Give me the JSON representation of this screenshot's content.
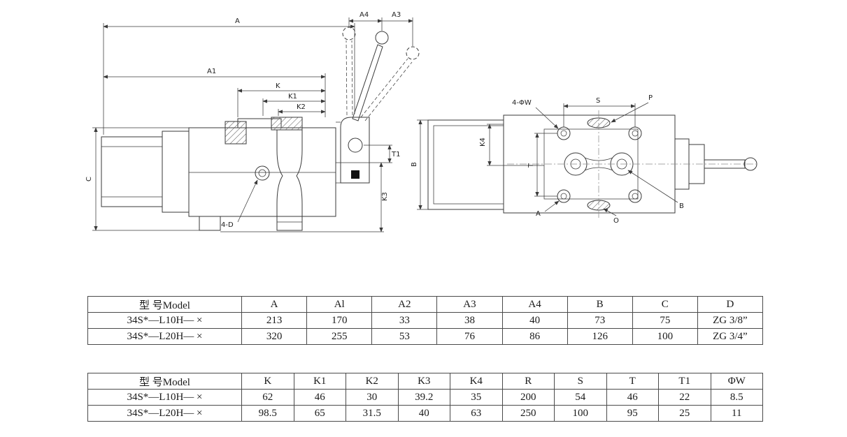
{
  "drawing": {
    "labels": {
      "a": "A",
      "a1": "A1",
      "k": "K",
      "k1": "K1",
      "k2": "K2",
      "a4": "A4",
      "a3": "A3",
      "c": "C",
      "t1": "T1",
      "k3": "K3",
      "holes_d": "4-D",
      "holes_w": "4-ΦW",
      "s": "S",
      "p": "P",
      "k4": "K4",
      "t": "T",
      "b_height": "B",
      "a_port": "A",
      "o_port": "O",
      "b_port": "B"
    }
  },
  "tables": {
    "dims1": {
      "headers": [
        "型 号Model",
        "A",
        "Al",
        "A2",
        "A3",
        "A4",
        "B",
        "C",
        "D"
      ],
      "rows": [
        [
          "34S*—L10H— ×",
          "213",
          "170",
          "33",
          "38",
          "40",
          "73",
          "75",
          "ZG 3/8”"
        ],
        [
          "34S*—L20H— ×",
          "320",
          "255",
          "53",
          "76",
          "86",
          "126",
          "100",
          "ZG 3/4”"
        ]
      ]
    },
    "dims2": {
      "headers": [
        "型 号Model",
        "K",
        "K1",
        "K2",
        "K3",
        "K4",
        "R",
        "S",
        "T",
        "T1",
        "ΦW"
      ],
      "rows": [
        [
          "34S*—L10H— ×",
          "62",
          "46",
          "30",
          "39.2",
          "35",
          "200",
          "54",
          "46",
          "22",
          "8.5"
        ],
        [
          "34S*—L20H— ×",
          "98.5",
          "65",
          "31.5",
          "40",
          "63",
          "250",
          "100",
          "95",
          "25",
          "11"
        ]
      ]
    }
  }
}
